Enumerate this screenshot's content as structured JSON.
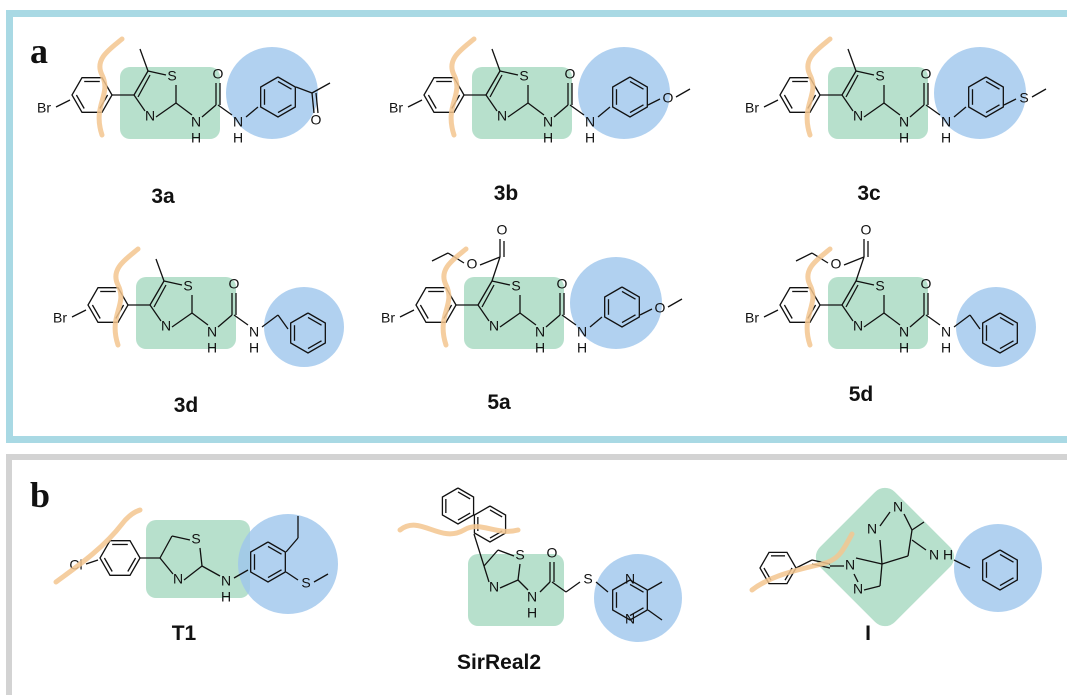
{
  "panels": [
    {
      "letter": "a",
      "compounds": [
        {
          "label": "3a",
          "halogen": "Br",
          "left_substituent": "methyl",
          "right_substituent": "acetyl",
          "linker": "NH"
        },
        {
          "label": "3b",
          "halogen": "Br",
          "left_substituent": "methyl",
          "right_substituent": "methoxy",
          "linker": "NH"
        },
        {
          "label": "3c",
          "halogen": "Br",
          "left_substituent": "methyl",
          "right_substituent": "methylthio",
          "linker": "NH",
          "thioether_atom": "S"
        },
        {
          "label": "3d",
          "halogen": "Br",
          "left_substituent": "methyl",
          "right_substituent": "benzyl",
          "linker": "NH"
        },
        {
          "label": "5a",
          "halogen": "Br",
          "left_substituent": "ethyl-ester",
          "right_substituent": "methoxy",
          "linker": "NH"
        },
        {
          "label": "5d",
          "halogen": "Br",
          "left_substituent": "ethyl-ester",
          "right_substituent": "benzyl",
          "linker": "NH"
        }
      ]
    },
    {
      "letter": "b",
      "compounds": [
        {
          "label": "T1",
          "halogen": "Cl"
        },
        {
          "label": "SirReal2"
        },
        {
          "label": "I"
        }
      ]
    }
  ],
  "atoms": {
    "S": "S",
    "N": "N",
    "H": "H",
    "O": "O",
    "Br": "Br",
    "Cl": "Cl"
  },
  "colors": {
    "panel_a_border": "#a9d9e4",
    "panel_b_border": "#d3d3d3",
    "core_highlight": "#9fd6bb",
    "aryl_highlight": "#9ec6ec",
    "hydrophobic_trace": "#f3c58f"
  }
}
